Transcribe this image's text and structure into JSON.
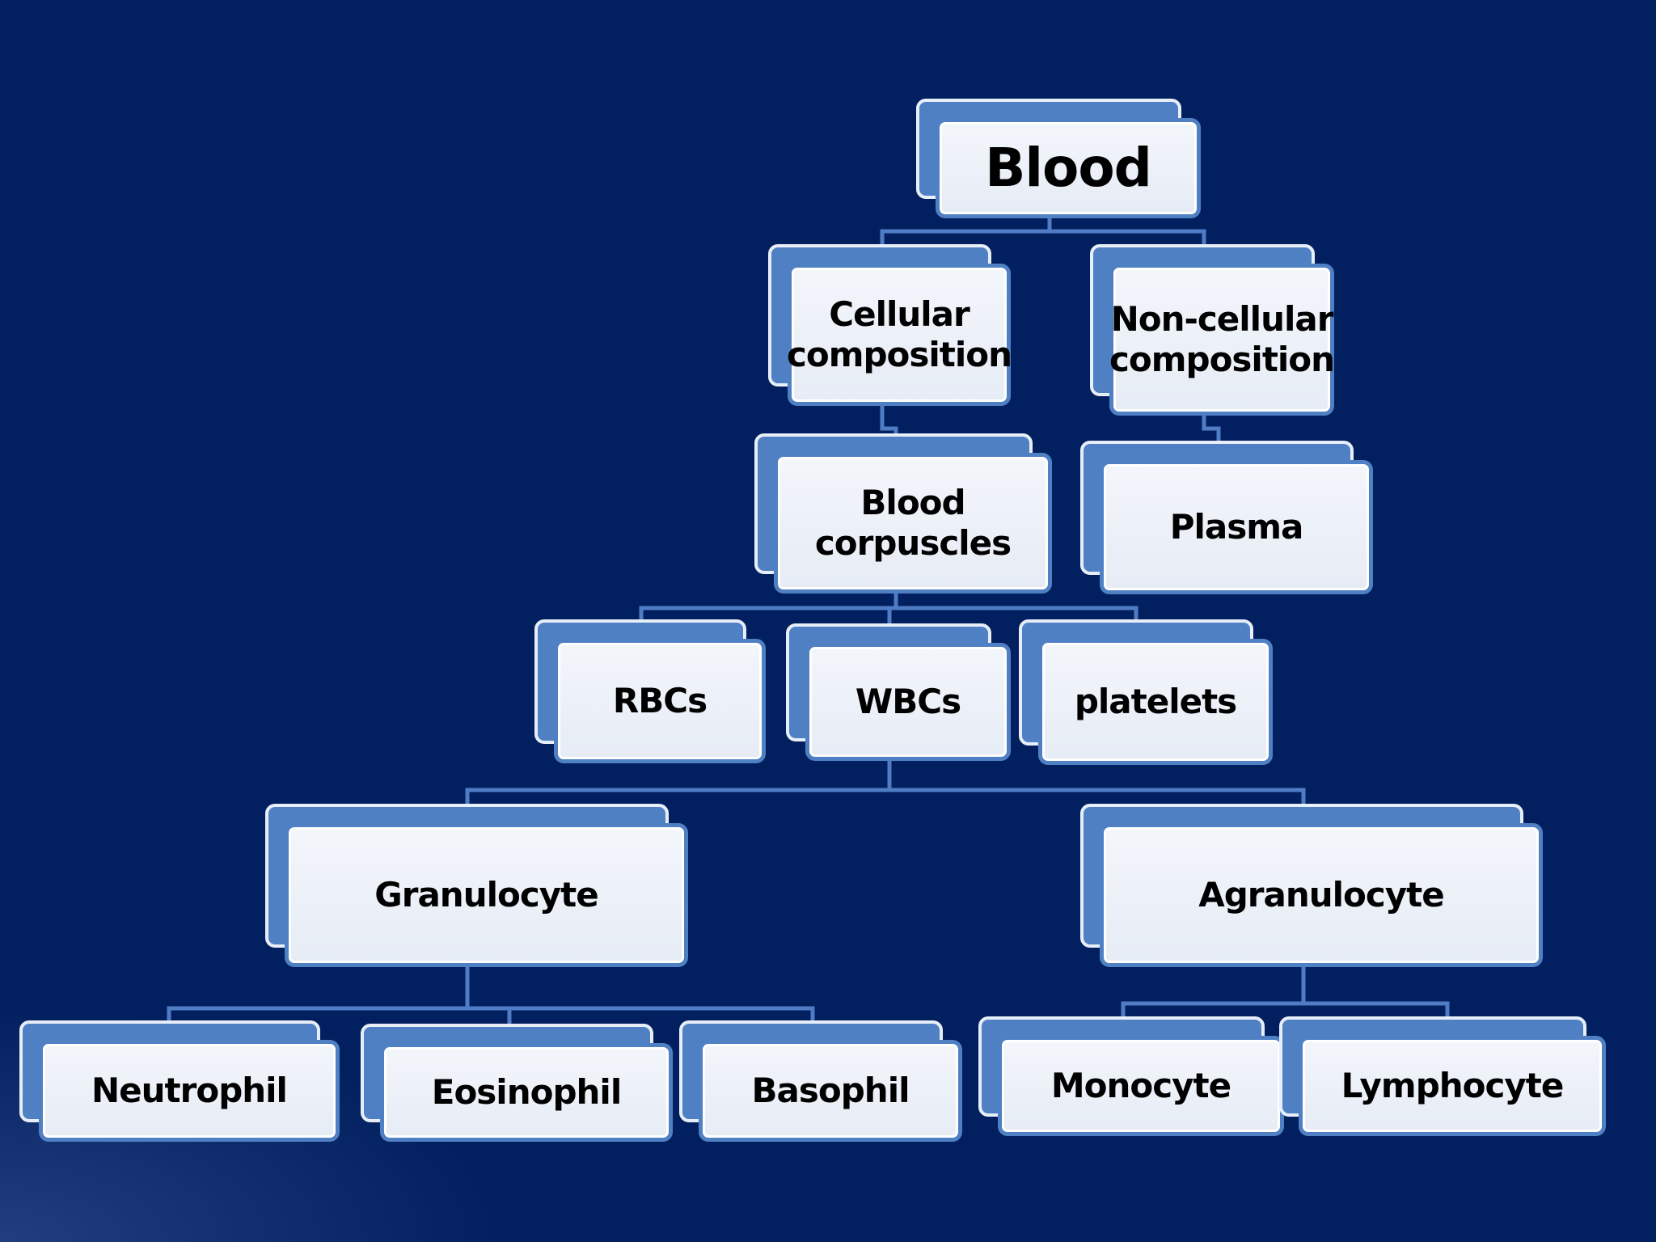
{
  "diagram": {
    "title": "",
    "nodes": {
      "blood": "Blood",
      "cellular": "Cellular composition",
      "noncellular": "Non-cellular composition",
      "corpuscles": "Blood corpuscles",
      "plasma": "Plasma",
      "rbcs": "RBCs",
      "wbcs": "WBCs",
      "platelets": "platelets",
      "granulocyte": "Granulocyte",
      "agranulocyte": "Agranulocyte",
      "neutrophil": "Neutrophil",
      "eosinophil": "Eosinophil",
      "basophil": "Basophil",
      "monocyte": "Monocyte",
      "lymphocyte": "Lymphocyte"
    },
    "edges": [
      [
        "blood",
        "cellular"
      ],
      [
        "blood",
        "noncellular"
      ],
      [
        "cellular",
        "corpuscles"
      ],
      [
        "noncellular",
        "plasma"
      ],
      [
        "corpuscles",
        "rbcs"
      ],
      [
        "corpuscles",
        "wbcs"
      ],
      [
        "corpuscles",
        "platelets"
      ],
      [
        "wbcs",
        "granulocyte"
      ],
      [
        "wbcs",
        "agranulocyte"
      ],
      [
        "granulocyte",
        "neutrophil"
      ],
      [
        "granulocyte",
        "eosinophil"
      ],
      [
        "granulocyte",
        "basophil"
      ],
      [
        "agranulocyte",
        "monocyte"
      ],
      [
        "agranulocyte",
        "lymphocyte"
      ]
    ]
  },
  "colors": {
    "background": "#02205f",
    "node_border": "#4f80c4",
    "node_fill": "#eef2f9",
    "connector": "#4f7cc4"
  }
}
